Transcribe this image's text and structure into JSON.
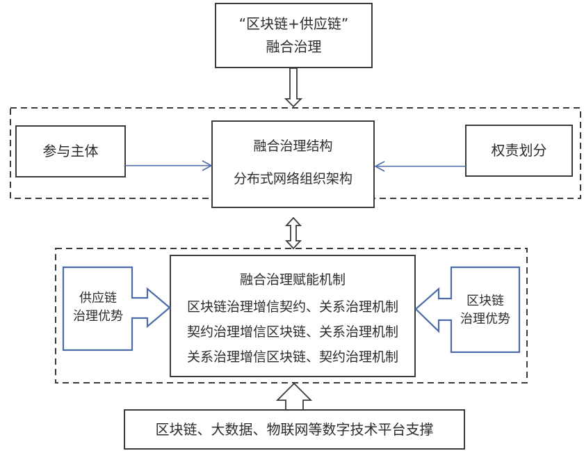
{
  "diagram": {
    "top_box": {
      "line1": "“区块链+供应链”",
      "line2": "融合治理"
    },
    "structure_layer": {
      "left_box": "参与主体",
      "center_box": {
        "line1": "融合治理结构",
        "line2": "分布式网络组织架构"
      },
      "right_box": "权责划分"
    },
    "mechanism_layer": {
      "left_arrow_box": {
        "line1": "供应链",
        "line2": "治理优势"
      },
      "center_box": {
        "title": "融合治理赋能机制",
        "lines": [
          "区块链治理增信契约、关系治理机制",
          "契约治理增信区块链、关系治理机制",
          "关系治理增信区块链、契约治理机制"
        ]
      },
      "right_arrow_box": {
        "line1": "区块链",
        "line2": "治理优势"
      }
    },
    "bottom_box": "区块链、大数据、物联网等数字技术平台支撑",
    "colors": {
      "box_stroke": "#3a3a3a",
      "blue_stroke": "#4a6aa8",
      "text": "#2b2b2b"
    }
  }
}
